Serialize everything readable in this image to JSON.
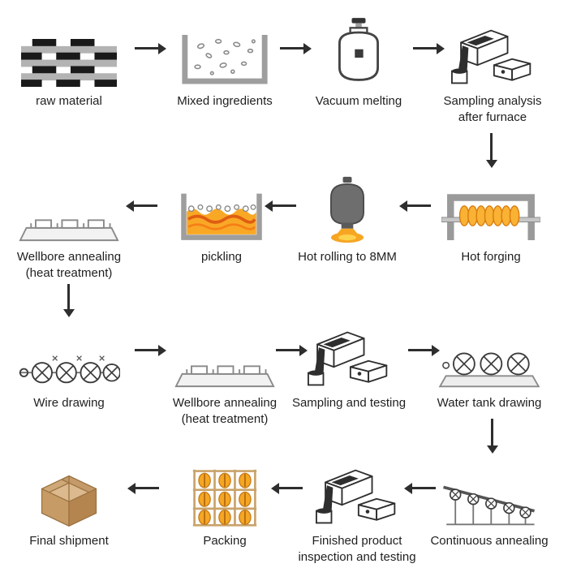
{
  "diagram": {
    "type": "process-flow",
    "description": "Manufacturing process flow from raw material to final shipment",
    "nodes": [
      {
        "step": 1,
        "label": "raw material"
      },
      {
        "step": 2,
        "label": "Mixed ingredients"
      },
      {
        "step": 3,
        "label": "Vacuum melting"
      },
      {
        "step": 4,
        "label": "Sampling analysis after furnace"
      },
      {
        "step": 5,
        "label": "Hot forging"
      },
      {
        "step": 6,
        "label": "Hot rolling to 8MM"
      },
      {
        "step": 7,
        "label": "pickling"
      },
      {
        "step": 8,
        "label": "Wellbore annealing (heat treatment)"
      },
      {
        "step": 9,
        "label": "Wire drawing"
      },
      {
        "step": 10,
        "label": "Wellbore annealing (heat treatment)"
      },
      {
        "step": 11,
        "label": "Sampling and testing"
      },
      {
        "step": 12,
        "label": "Water tank drawing"
      },
      {
        "step": 13,
        "label": "Continuous annealing"
      },
      {
        "step": 14,
        "label": "Finished product inspection and testing"
      },
      {
        "step": 15,
        "label": "Packing"
      },
      {
        "step": 16,
        "label": "Final shipment"
      }
    ],
    "colors": {
      "arrow": "#2e2e2e",
      "label": "#1f1f1f",
      "accent_orange": "#f5a623",
      "metal_gray": "#9e9e9e",
      "carton_tan": "#c79b66"
    }
  }
}
